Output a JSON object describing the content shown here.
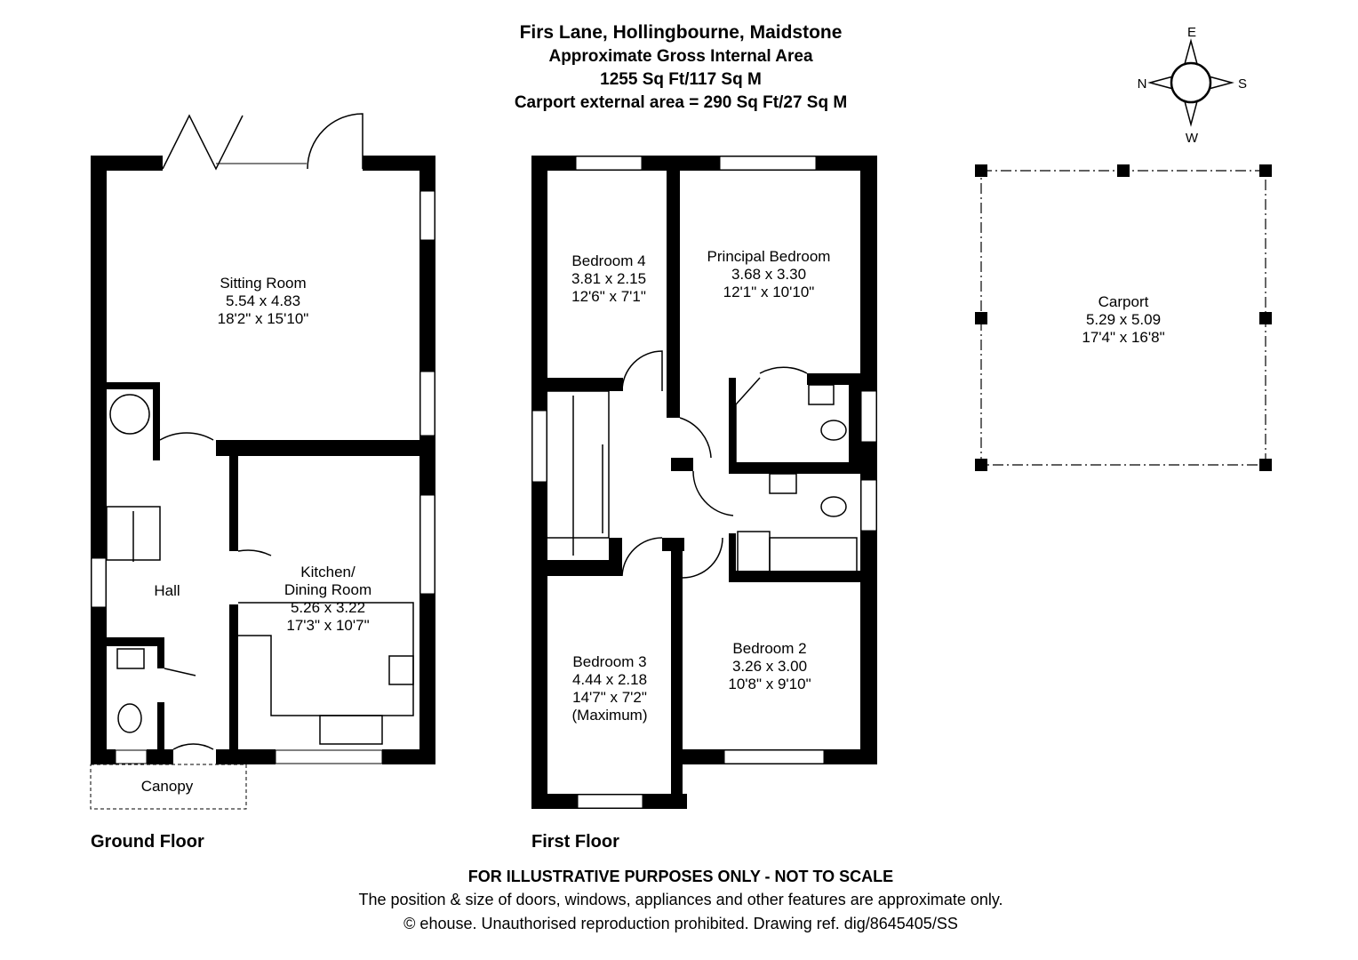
{
  "header": {
    "address": "Firs Lane, Hollingbourne, Maidstone",
    "area_title": "Approximate Gross Internal Area",
    "area_value": "1255 Sq Ft/117 Sq M",
    "carport_area": "Carport external area = 290 Sq Ft/27 Sq M"
  },
  "compass": {
    "north": "N",
    "east": "E",
    "south": "S",
    "west": "W"
  },
  "ground_floor": {
    "label": "Ground Floor",
    "rooms": [
      {
        "name": "Sitting Room",
        "metric": "5.54 x 4.83",
        "imperial": "18'2\" x 15'10\""
      },
      {
        "name": "Kitchen/",
        "name2": "Dining Room",
        "metric": "5.26 x 3.22",
        "imperial": "17'3\" x 10'7\""
      },
      {
        "name": "Hall"
      },
      {
        "name": "Canopy"
      }
    ]
  },
  "first_floor": {
    "label": "First Floor",
    "rooms": [
      {
        "name": "Bedroom 4",
        "metric": "3.81 x 2.15",
        "imperial": "12'6\" x 7'1\""
      },
      {
        "name": "Principal Bedroom",
        "metric": "3.68 x 3.30",
        "imperial": "12'1\" x 10'10\""
      },
      {
        "name": "Bedroom 3",
        "metric": "4.44 x 2.18",
        "imperial": "14'7\" x 7'2\"",
        "note": "(Maximum)"
      },
      {
        "name": "Bedroom 2",
        "metric": "3.26 x 3.00",
        "imperial": "10'8\" x 9'10\""
      }
    ]
  },
  "carport": {
    "name": "Carport",
    "metric": "5.29 x 5.09",
    "imperial": "17'4\" x 16'8\""
  },
  "footer": {
    "disclaimer": "FOR ILLUSTRATIVE PURPOSES ONLY - NOT TO SCALE",
    "note": "The position & size of doors, windows, appliances and other features are approximate only.",
    "copyright": "© ehouse. Unauthorised reproduction prohibited. Drawing ref. dig/8645405/SS"
  }
}
